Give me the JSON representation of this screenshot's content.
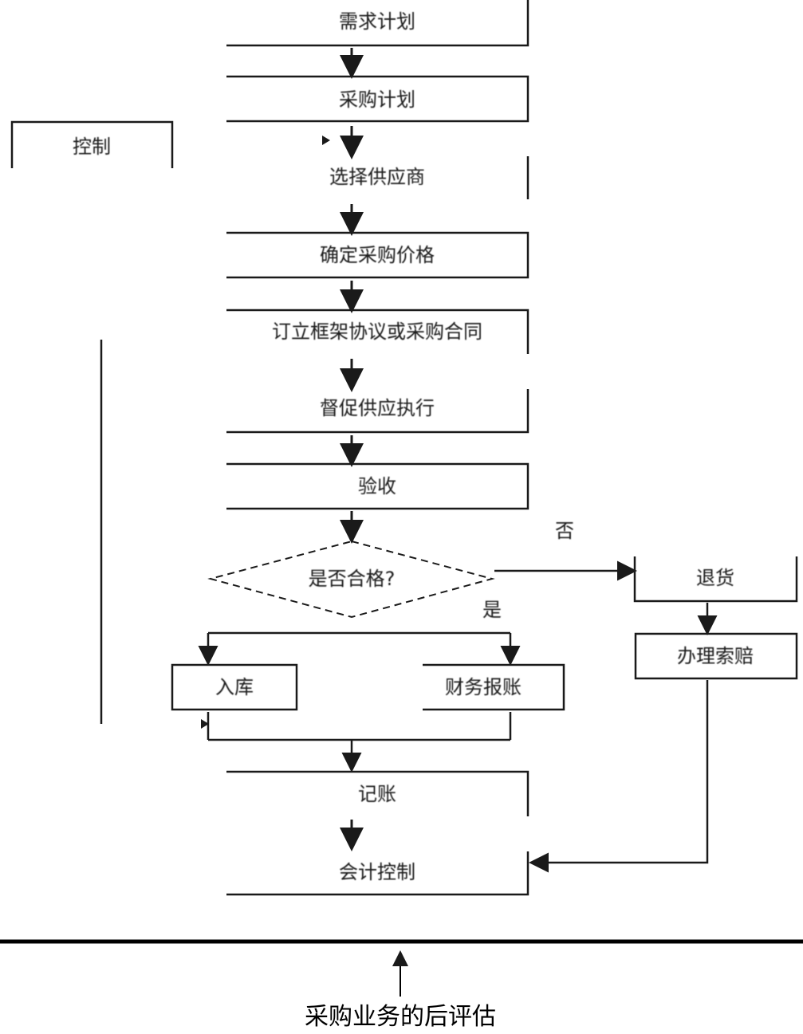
{
  "diagram": {
    "steps": [
      "需求计划",
      "采购计划",
      "选择供应商",
      "确定采购价格",
      "订立框架协议或采购合同",
      "督促供应执行",
      "验收",
      "记账",
      "会计控制"
    ],
    "decision": "是否合格?",
    "branch_no_label": "否",
    "branch_yes_label": "是",
    "reject_steps": [
      "退货",
      "办理索赔"
    ],
    "accept_steps": [
      "入库",
      "财务报账"
    ],
    "side_box": "控制",
    "caption": "采购业务的后评估"
  },
  "colors": {
    "line": "#1a1a1a",
    "background": "#ffffff"
  }
}
